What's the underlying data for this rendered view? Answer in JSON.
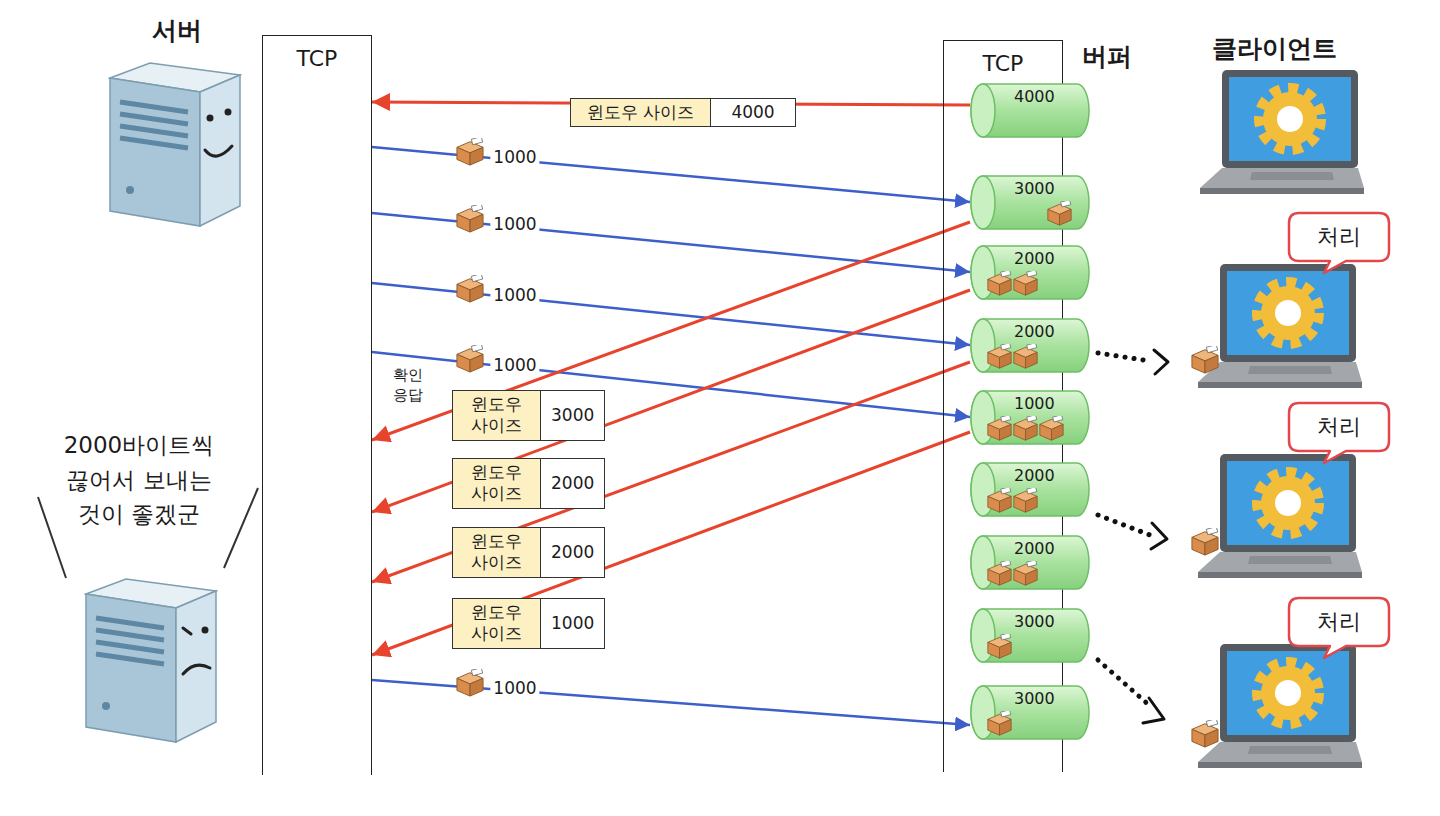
{
  "diagram": {
    "nodes": [
      {
        "text": [
          "TCP"
        ]
      },
      {
        "text": [
          "TCP"
        ]
      },
      {
        "text": [
          "4000"
        ]
      },
      {
        "text": [
          "3000"
        ]
      },
      {
        "text": [
          "2000"
        ]
      },
      {
        "text": [
          "2000"
        ]
      },
      {
        "text": [
          "1000"
        ]
      },
      {
        "text": [
          "2000"
        ]
      },
      {
        "text": [
          "2000"
        ]
      },
      {
        "text": [
          "3000"
        ]
      },
      {
        "text": [
          "3000"
        ]
      },
      {
        "text": [
          "윈도우 사이즈",
          "4000"
        ]
      },
      {
        "text": [
          "윈도우 사이즈",
          "3000"
        ]
      },
      {
        "text": [
          "윈도우 사이즈",
          "2000"
        ]
      },
      {
        "text": [
          "윈도우 사이즈",
          "2000"
        ]
      },
      {
        "text": [
          "윈도우 사이즈",
          "1000"
        ]
      },
      {
        "text": [
          "처리"
        ]
      },
      {
        "text": [
          "처리"
        ]
      },
      {
        "text": [
          "처리"
        ]
      }
    ],
    "edges": [
      {
        "from": 2,
        "to": 0,
        "arrow": "to"
      },
      {
        "from": 0,
        "to": 3,
        "label": "1000",
        "arrow": "to"
      },
      {
        "from": 0,
        "to": 4,
        "label": "1000",
        "arrow": "to"
      },
      {
        "from": 0,
        "to": 5,
        "label": "1000",
        "arrow": "to"
      },
      {
        "from": 0,
        "to": 6,
        "label": "1000",
        "arrow": "to"
      },
      {
        "from": 3,
        "to": 0,
        "arrow": "to"
      },
      {
        "from": 4,
        "to": 0,
        "arrow": "to"
      },
      {
        "from": 5,
        "to": 0,
        "arrow": "to"
      },
      {
        "from": 6,
        "to": 0,
        "arrow": "to"
      },
      {
        "from": 0,
        "to": 10,
        "label": "1000",
        "arrow": "to"
      }
    ],
    "labels": [
      "서버",
      "버퍼",
      "클라이언트",
      "확인 응답",
      "2000바이트씩 끊어서 보내는 것이 좋겠군"
    ]
  }
}
